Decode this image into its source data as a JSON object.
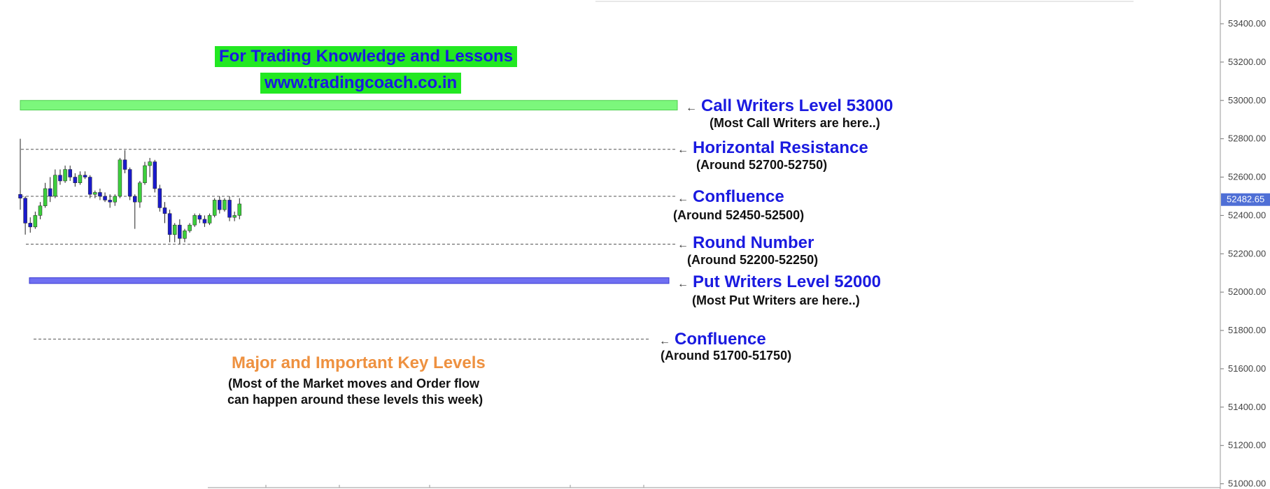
{
  "colors": {
    "bull": "#3ccf3c",
    "bear": "#1a1acc",
    "call_zone": "#7cf77c",
    "put_zone": "#6f6ff2",
    "label_blue": "#1a1ae0",
    "orange": "#ee9140",
    "banner_bg": "#22e822",
    "price_tag": "#4f6fd6"
  },
  "header": {
    "line1": "For Trading Knowledge and Lessons",
    "line2": "www.tradingcoach.co.in"
  },
  "levels": [
    {
      "title": "Call Writers Level 53000",
      "sub": "(Most Call Writers are here..)"
    },
    {
      "title": "Horizontal Resistance",
      "sub": "(Around 52700-52750)"
    },
    {
      "title": "Confluence",
      "sub": "(Around 52450-52500)"
    },
    {
      "title": "Round Number",
      "sub": "(Around 52200-52250)"
    },
    {
      "title": "Put Writers Level 52000",
      "sub": "(Most Put Writers are here..)"
    },
    {
      "title": "Confluence",
      "sub": "(Around 51700-51750)"
    }
  ],
  "arrow_glyph": "←",
  "key_levels": {
    "title": "Major and Important Key Levels",
    "note_line1": "(Most of the Market moves and Order flow",
    "note_line2": "can happen around these levels this week)"
  },
  "chart_data": {
    "type": "candlestick",
    "y_axis": {
      "ylim": [
        50960,
        53510
      ],
      "ticks": [
        "53400.00",
        "53200.00",
        "53000.00",
        "52800.00",
        "52600.00",
        "52400.00",
        "52200.00",
        "52000.00",
        "51800.00",
        "51600.00",
        "51400.00",
        "51200.00",
        "51000.00"
      ],
      "current_price": "52482.65"
    },
    "zones": [
      {
        "name": "call_writers",
        "from": 52950,
        "to": 53000
      },
      {
        "name": "put_writers",
        "from": 52045,
        "to": 52075
      }
    ],
    "dashed_levels": [
      52745,
      52500,
      52250,
      51755
    ],
    "candles": [
      {
        "o": 52510,
        "h": 52800,
        "l": 52430,
        "c": 52490
      },
      {
        "o": 52490,
        "h": 52500,
        "l": 52300,
        "c": 52360
      },
      {
        "o": 52360,
        "h": 52390,
        "l": 52310,
        "c": 52340
      },
      {
        "o": 52340,
        "h": 52420,
        "l": 52330,
        "c": 52400
      },
      {
        "o": 52400,
        "h": 52470,
        "l": 52380,
        "c": 52450
      },
      {
        "o": 52450,
        "h": 52570,
        "l": 52440,
        "c": 52540
      },
      {
        "o": 52540,
        "h": 52600,
        "l": 52470,
        "c": 52500
      },
      {
        "o": 52500,
        "h": 52640,
        "l": 52490,
        "c": 52610
      },
      {
        "o": 52610,
        "h": 52640,
        "l": 52560,
        "c": 52580
      },
      {
        "o": 52580,
        "h": 52660,
        "l": 52570,
        "c": 52640
      },
      {
        "o": 52640,
        "h": 52660,
        "l": 52580,
        "c": 52600
      },
      {
        "o": 52600,
        "h": 52620,
        "l": 52550,
        "c": 52570
      },
      {
        "o": 52570,
        "h": 52630,
        "l": 52560,
        "c": 52610
      },
      {
        "o": 52610,
        "h": 52630,
        "l": 52590,
        "c": 52600
      },
      {
        "o": 52600,
        "h": 52610,
        "l": 52490,
        "c": 52510
      },
      {
        "o": 52510,
        "h": 52530,
        "l": 52490,
        "c": 52520
      },
      {
        "o": 52520,
        "h": 52540,
        "l": 52480,
        "c": 52500
      },
      {
        "o": 52500,
        "h": 52520,
        "l": 52470,
        "c": 52480
      },
      {
        "o": 52480,
        "h": 52510,
        "l": 52440,
        "c": 52470
      },
      {
        "o": 52470,
        "h": 52510,
        "l": 52450,
        "c": 52500
      },
      {
        "o": 52500,
        "h": 52700,
        "l": 52490,
        "c": 52690
      },
      {
        "o": 52690,
        "h": 52740,
        "l": 52620,
        "c": 52640
      },
      {
        "o": 52640,
        "h": 52650,
        "l": 52480,
        "c": 52500
      },
      {
        "o": 52500,
        "h": 52510,
        "l": 52330,
        "c": 52470
      },
      {
        "o": 52470,
        "h": 52580,
        "l": 52440,
        "c": 52570
      },
      {
        "o": 52570,
        "h": 52680,
        "l": 52560,
        "c": 52660
      },
      {
        "o": 52660,
        "h": 52700,
        "l": 52600,
        "c": 52680
      },
      {
        "o": 52680,
        "h": 52690,
        "l": 52520,
        "c": 52540
      },
      {
        "o": 52540,
        "h": 52560,
        "l": 52420,
        "c": 52440
      },
      {
        "o": 52440,
        "h": 52470,
        "l": 52360,
        "c": 52410
      },
      {
        "o": 52410,
        "h": 52430,
        "l": 52260,
        "c": 52300
      },
      {
        "o": 52300,
        "h": 52360,
        "l": 52260,
        "c": 52350
      },
      {
        "o": 52350,
        "h": 52380,
        "l": 52250,
        "c": 52280
      },
      {
        "o": 52280,
        "h": 52330,
        "l": 52260,
        "c": 52320
      },
      {
        "o": 52320,
        "h": 52360,
        "l": 52310,
        "c": 52350
      },
      {
        "o": 52350,
        "h": 52410,
        "l": 52340,
        "c": 52400
      },
      {
        "o": 52400,
        "h": 52410,
        "l": 52360,
        "c": 52380
      },
      {
        "o": 52380,
        "h": 52400,
        "l": 52340,
        "c": 52360
      },
      {
        "o": 52360,
        "h": 52410,
        "l": 52350,
        "c": 52400
      },
      {
        "o": 52400,
        "h": 52490,
        "l": 52390,
        "c": 52480
      },
      {
        "o": 52480,
        "h": 52500,
        "l": 52410,
        "c": 52430
      },
      {
        "o": 52430,
        "h": 52490,
        "l": 52420,
        "c": 52480
      },
      {
        "o": 52480,
        "h": 52500,
        "l": 52370,
        "c": 52390
      },
      {
        "o": 52390,
        "h": 52420,
        "l": 52370,
        "c": 52400
      },
      {
        "o": 52400,
        "h": 52490,
        "l": 52380,
        "c": 52460
      }
    ]
  }
}
